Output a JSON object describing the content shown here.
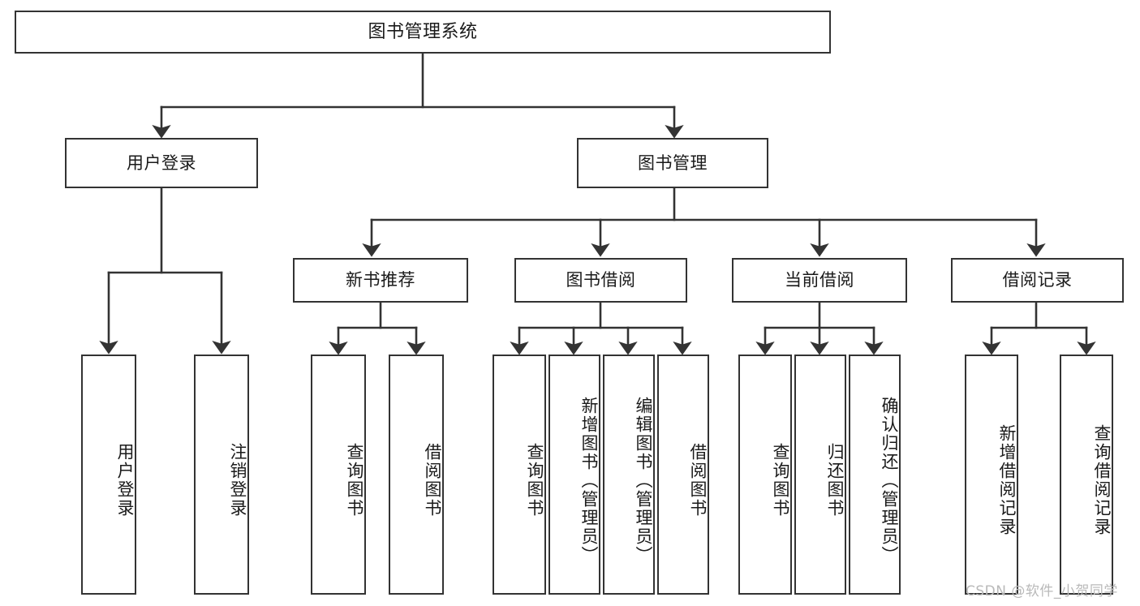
{
  "diagram": {
    "title": "图书管理系统",
    "type": "tree-hierarchy-chart",
    "colors": {
      "node_border": "#333333",
      "node_fill": "#ffffff",
      "edge": "#333333",
      "text": "#1a1a1a",
      "watermark": "#b9b9b9",
      "background": "#ffffff"
    }
  },
  "root": {
    "label": "图书管理系统"
  },
  "level2": [
    {
      "id": "user-login",
      "label": "用户登录"
    },
    {
      "id": "book-management",
      "label": "图书管理"
    }
  ],
  "level3": [
    {
      "id": "new-book-recommend",
      "label": "新书推荐"
    },
    {
      "id": "book-borrow",
      "label": "图书借阅"
    },
    {
      "id": "current-borrow",
      "label": "当前借阅"
    },
    {
      "id": "borrow-record",
      "label": "借阅记录"
    }
  ],
  "leaves": {
    "user_login": [
      {
        "id": "leaf-user-login",
        "label": "用户登录"
      },
      {
        "id": "leaf-logout-login",
        "label": "注销登录"
      }
    ],
    "new_book_recommend": [
      {
        "id": "leaf-query-book-1",
        "label": "查询图书"
      },
      {
        "id": "leaf-borrow-book-1",
        "label": "借阅图书"
      }
    ],
    "book_borrow": [
      {
        "id": "leaf-query-book-2",
        "label": "查询图书"
      },
      {
        "id": "leaf-add-book-admin",
        "label": "新增图书（管理员）"
      },
      {
        "id": "leaf-edit-book-admin",
        "label": "编辑图书（管理员）"
      },
      {
        "id": "leaf-borrow-book-2",
        "label": "借阅图书"
      }
    ],
    "current_borrow": [
      {
        "id": "leaf-query-book-3",
        "label": "查询图书"
      },
      {
        "id": "leaf-return-book",
        "label": "归还图书"
      },
      {
        "id": "leaf-confirm-return-admin",
        "label": "确认归还（管理员）"
      }
    ],
    "borrow_record": [
      {
        "id": "leaf-add-borrow-record",
        "label": "新增借阅记录"
      },
      {
        "id": "leaf-query-borrow-record",
        "label": "查询借阅记录"
      }
    ]
  },
  "watermark": {
    "text": "CSDN @软件_小贺同学"
  }
}
